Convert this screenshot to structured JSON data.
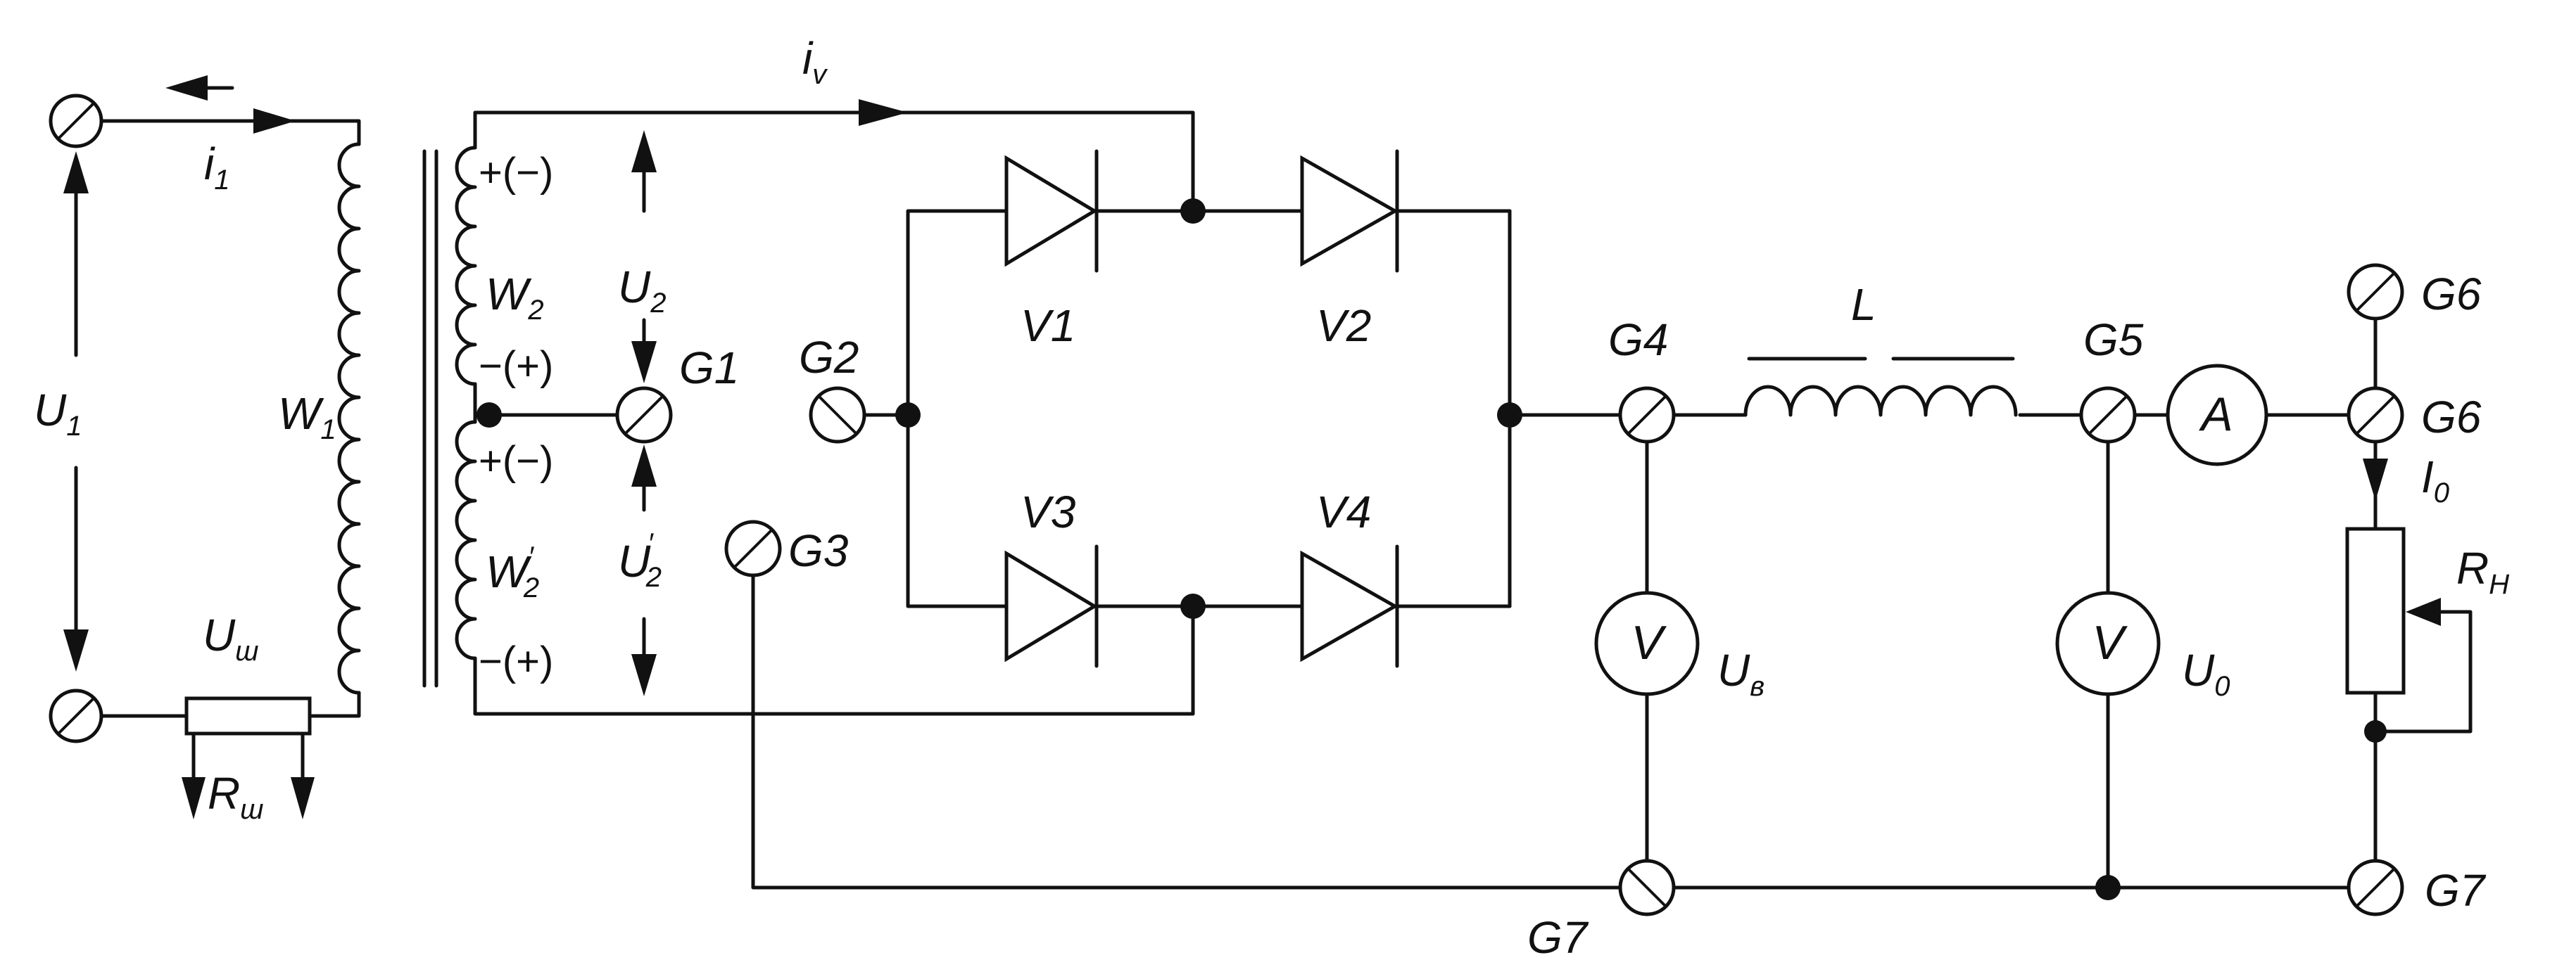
{
  "labels": {
    "i1": "i",
    "i1_sub": "1",
    "iv": "i",
    "iv_sub": "v",
    "U1": "U",
    "U1_sub": "1",
    "W1": "W",
    "W1_sub": "1",
    "W2": "W",
    "W2_sub": "2",
    "W2p": "W",
    "W2p_sub": "2",
    "W2p_prime": "′",
    "U2": "U",
    "U2_sub": "2",
    "U2p": "U",
    "U2p_sub": "2",
    "U2p_prime": "′",
    "Uw": "U",
    "Uw_sub": "ш",
    "Rw": "R",
    "Rw_sub": "ш",
    "pol1": "+(−)",
    "pol2": "−(+)",
    "pol3": "+(−)",
    "pol4": "−(+)",
    "G1": "G1",
    "G2": "G2",
    "G3": "G3",
    "G4": "G4",
    "G5": "G5",
    "G6a": "G6",
    "G6b": "G6",
    "G7a": "G7",
    "G7b": "G7",
    "V1": "V1",
    "V2": "V2",
    "V3": "V3",
    "V4": "V4",
    "L": "L",
    "Ue": "U",
    "Ue_sub": "в",
    "U0": "U",
    "U0_sub": "0",
    "I0": "I",
    "I0_sub": "0",
    "RH": "R",
    "RH_sub": "H",
    "meter_V1": "V",
    "meter_V2": "V",
    "meter_A": "A"
  }
}
